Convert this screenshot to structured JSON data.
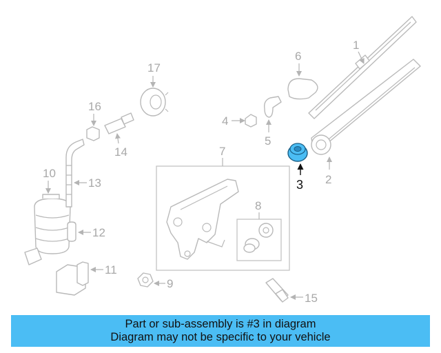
{
  "diagram": {
    "highlight_color": "#4bbdf4",
    "callouts": [
      "1",
      "2",
      "3",
      "4",
      "5",
      "6",
      "7",
      "8",
      "9",
      "10",
      "11",
      "12",
      "13",
      "14",
      "15",
      "16",
      "17"
    ],
    "highlighted_part": "3"
  },
  "banner": {
    "line1": "Part or sub-assembly is #3 in diagram",
    "line2": "Diagram may not be specific to your vehicle",
    "background": "#4bbdf4"
  }
}
